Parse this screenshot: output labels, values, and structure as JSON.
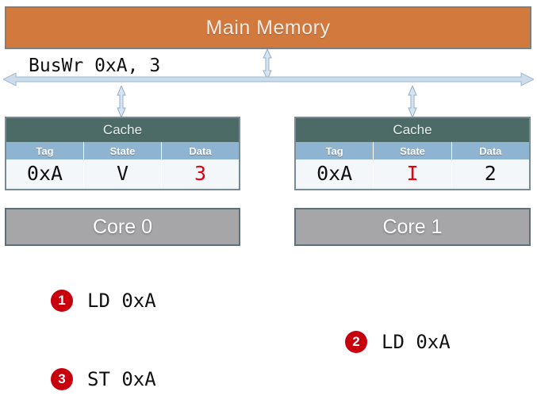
{
  "diagram": {
    "memory": {
      "label": "Main Memory",
      "color": "#d2793e"
    },
    "bus": {
      "label": "BusWr 0xA, 3",
      "arrow_color": "#b9cfe3"
    },
    "caches": [
      {
        "title": "Cache",
        "columns": [
          "Tag",
          "State",
          "Data"
        ],
        "row": {
          "tag": "0xA",
          "state": "V",
          "data": "3"
        },
        "highlight": "data",
        "highlight_color": "#e8000d",
        "header_color": "#4c6b66",
        "column_header_color": "#8fb4d2"
      },
      {
        "title": "Cache",
        "columns": [
          "Tag",
          "State",
          "Data"
        ],
        "row": {
          "tag": "0xA",
          "state": "I",
          "data": "2"
        },
        "highlight": "state",
        "highlight_color": "#e8000d",
        "header_color": "#4c6b66",
        "column_header_color": "#8fb4d2"
      }
    ],
    "cores": [
      {
        "label": "Core 0",
        "color": "#a6a6a8"
      },
      {
        "label": "Core 1",
        "color": "#a6a6a8"
      }
    ],
    "instructions": [
      {
        "number": "1",
        "text": "LD 0xA",
        "badge_color": "#c8000d"
      },
      {
        "number": "2",
        "text": "LD 0xA",
        "badge_color": "#c8000d"
      },
      {
        "number": "3",
        "text": "ST 0xA",
        "badge_color": "#c8000d"
      }
    ]
  }
}
